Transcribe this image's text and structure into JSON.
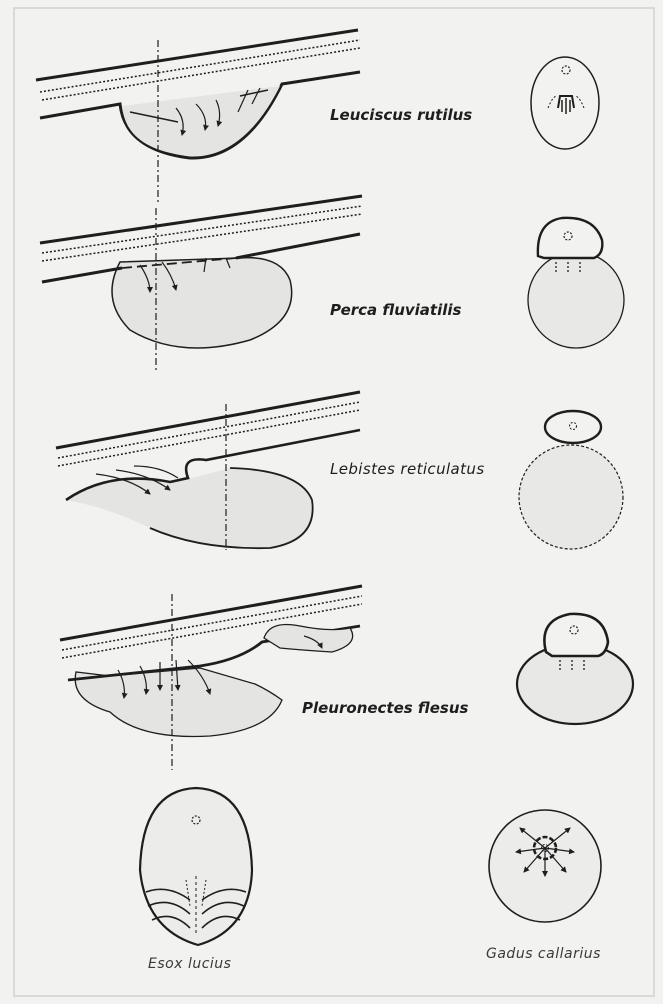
{
  "labels": {
    "leuciscus": "Leuciscus rutilus",
    "perca": "Perca fluviatilis",
    "lebistes": "Lebistes reticulatus",
    "pleuronectes": "Pleuronectes flesus",
    "esox": "Esox lucius",
    "gadus": "Gadus callarius"
  },
  "colors": {
    "background": "#f2f2f0",
    "ink": "#1e1e1e",
    "yolk_fill": "#e4e4e2"
  }
}
